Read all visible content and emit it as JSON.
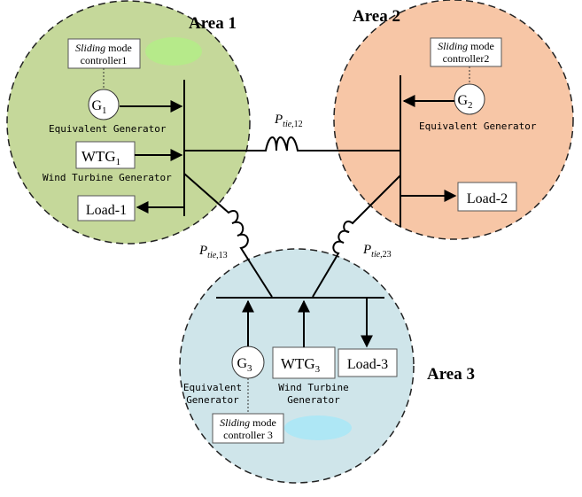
{
  "colors": {
    "area1_fill": "#c5d89a",
    "area2_fill": "#f7c6a6",
    "area3_fill": "#cfe5ea",
    "highlight1": "#b6ea8a",
    "highlight3": "#aee7f5"
  },
  "areas": [
    {
      "title": "Area 1"
    },
    {
      "title": "Area 2"
    },
    {
      "title": "Area 3"
    }
  ],
  "area1": {
    "controller": {
      "italic": "Sliding",
      "rest": "mode",
      "line2": "controller1"
    },
    "generator": {
      "main": "G",
      "sub": "1",
      "caption": "Equivalent Generator"
    },
    "wtg": {
      "main": "WTG",
      "sub": "1",
      "caption": "Wind Turbine Generator"
    },
    "load": "Load-1"
  },
  "area2": {
    "controller": {
      "italic": "Sliding",
      "rest": "mode",
      "line2": "controller2"
    },
    "generator": {
      "main": "G",
      "sub": "2",
      "caption": "Equivalent Generator"
    },
    "load": "Load-2"
  },
  "area3": {
    "controller": {
      "italic": "Sliding",
      "rest": "mode",
      "line2": "controller 3"
    },
    "generator": {
      "main": "G",
      "sub": "3",
      "caption1": "Equivalent",
      "caption2": "Generator"
    },
    "wtg": {
      "main": "WTG",
      "sub": "3",
      "caption1": "Wind Turbine",
      "caption2": "Generator"
    },
    "load": "Load-3"
  },
  "ties": [
    {
      "p": "P",
      "sub": "tie",
      "idx": ",12"
    },
    {
      "p": "P",
      "sub": "tie",
      "idx": ",13"
    },
    {
      "p": "P",
      "sub": "tie",
      "idx": ",23"
    }
  ]
}
